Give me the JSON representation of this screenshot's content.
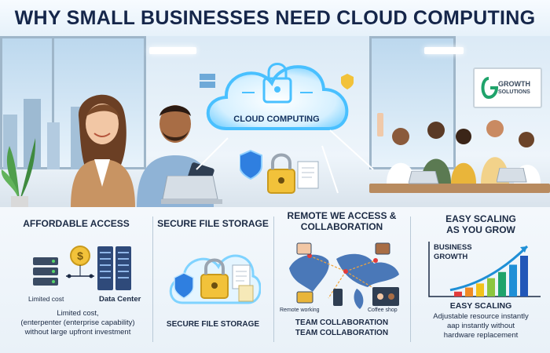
{
  "title": "WHY SMALL BUSINESSES NEED CLOUD COMPUTING",
  "hero": {
    "cloud_label": "CLOUD COMPUTING",
    "sign_line1": "GROWTH",
    "sign_line2": "SOLUTIONS"
  },
  "panels": {
    "affordable": {
      "title": "AFFORDABLE ACCESS",
      "label_left": "Limited cost",
      "label_right": "Data Center",
      "desc_line1": "Limited cost,",
      "desc_line2": "(enterpenter (enterprise capability)",
      "desc_line3": "without large upfront investment"
    },
    "storage": {
      "title": "SECURE FILE STORAGE",
      "caption": "SECURE FILE STORAGE"
    },
    "remote": {
      "title_line1": "REMOTE WE ACCESS &",
      "title_line2": "COLLABORATION",
      "label_remote": "Remote working",
      "label_coffee": "Coffee shop",
      "caption_line1": "TEAM COLLABORATION",
      "caption_line2": "TEAM COLLABORATION"
    },
    "scaling": {
      "title_line1": "EASY SCALING",
      "title_line2": "AS YOU GROW",
      "chart_label_line1": "BUSINESS",
      "chart_label_line2": "GROWTH",
      "caption": "EASY SCALING",
      "desc_line1": "Adjustable resource instantly",
      "desc_line2": "aap instantly without",
      "desc_line3": "hardware replacement",
      "bar_levels": [
        0.12,
        0.22,
        0.32,
        0.45,
        0.6,
        0.78,
        1.0
      ],
      "bar_colors": [
        "#e23b3b",
        "#f08a24",
        "#f2c21b",
        "#8cc63f",
        "#1fa36b",
        "#1f8fd6",
        "#2257b8"
      ]
    }
  },
  "colors": {
    "navy": "#15264a",
    "cloud_glow": "#7fd3ff",
    "lock_gold": "#f2c23a",
    "shield_blue": "#2f7fe0"
  }
}
